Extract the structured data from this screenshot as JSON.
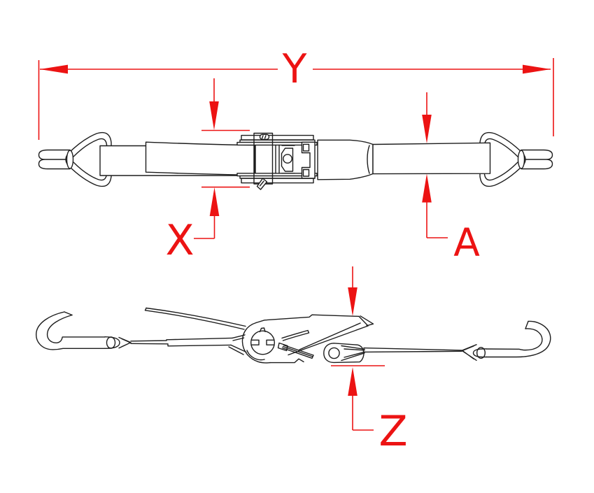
{
  "drawing_title": "ratchet-strap-tie-down-dimension-drawing",
  "colors": {
    "background": "#ffffff",
    "ink": "#1d1d1d",
    "dimension": "#ec1313"
  },
  "dimensions": {
    "y": {
      "label": "Y",
      "measures": "overall-end-to-end-length-top-view"
    },
    "x": {
      "label": "X",
      "measures": "ratchet-body-width-top-view"
    },
    "a": {
      "label": "A",
      "measures": "webbing-width-top-view"
    },
    "z": {
      "label": "Z",
      "measures": "ratchet-mechanism-height-side-view"
    }
  }
}
